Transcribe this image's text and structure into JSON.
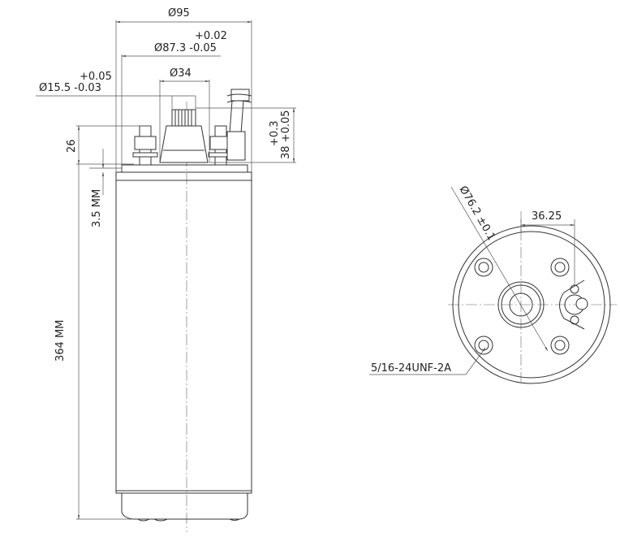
{
  "title": "Submersible motor dimension drawing",
  "side_view": {
    "dia_95": "Ø95",
    "dia_87_tol_plus": "+0.02",
    "dia_87": "Ø87.3 -0.05",
    "dia_34": "Ø34",
    "dia_15_tol_plus": "+0.05",
    "dia_15": "Ø15.5 -0.03",
    "height_38_tol_plus": "+0.3",
    "height_38": "38 +0.05",
    "height_26": "26",
    "height_3_5": "3.5 MM",
    "length_364": "364 MM"
  },
  "end_view": {
    "bolt_circle": "Ø76.2 ±0.1",
    "offset_36_25": "36.25",
    "thread_spec": "5/16-24UNF-2A"
  }
}
